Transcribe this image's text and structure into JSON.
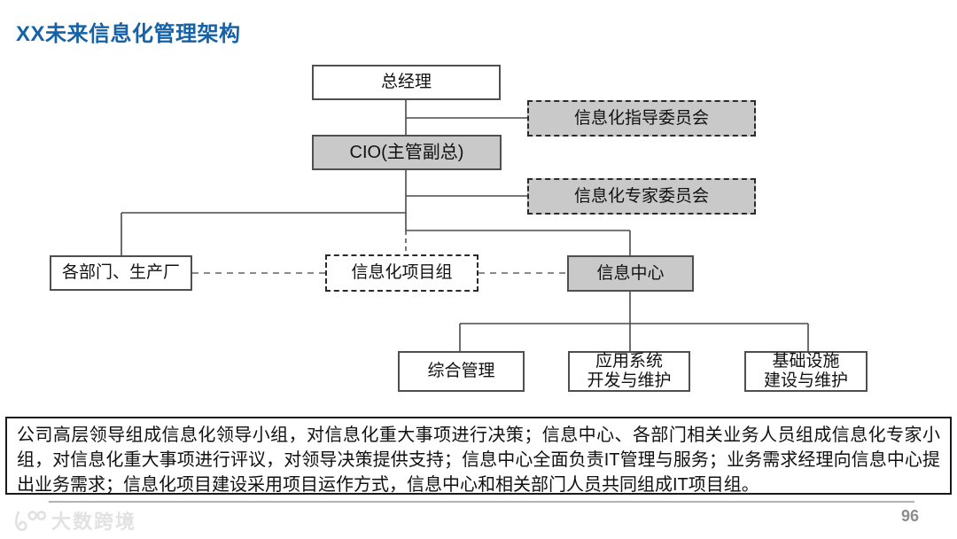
{
  "title": "XX未来信息化管理架构",
  "colors": {
    "title_blue": "#1562a8",
    "node_gray_fill": "#c9c9c9",
    "line": "#4a4a4a",
    "dashed_link_gray": "#8a8a8a"
  },
  "chart": {
    "type": "org-chart",
    "nodes": {
      "general_manager": "总经理",
      "steering_committee": "信息化指导委员会",
      "cio": "CIO(主管副总)",
      "expert_committee": "信息化专家委员会",
      "departments": "各部门、生产厂",
      "project_team": "信息化项目组",
      "info_center": "信息中心",
      "general_mgmt": "综合管理",
      "app_dev": "应用系统\n开发与维护",
      "infrastructure": "基础设施\n建设与维护"
    }
  },
  "summary": "公司高层领导组成信息化领导小组，对信息化重大事项进行决策；信息中心、各部门相关业务人员组成信息化专家小组，对信息化重大事项进行评议，对领导决策提供支持；信息中心全面负责IT管理与服务；业务需求经理向信息中心提出业务需求；信息化项目建设采用项目运作方式，信息中心和相关部门人员共同组成IT项目组。",
  "footer": {
    "logo_text": "大数跨境",
    "page_number": "96"
  }
}
